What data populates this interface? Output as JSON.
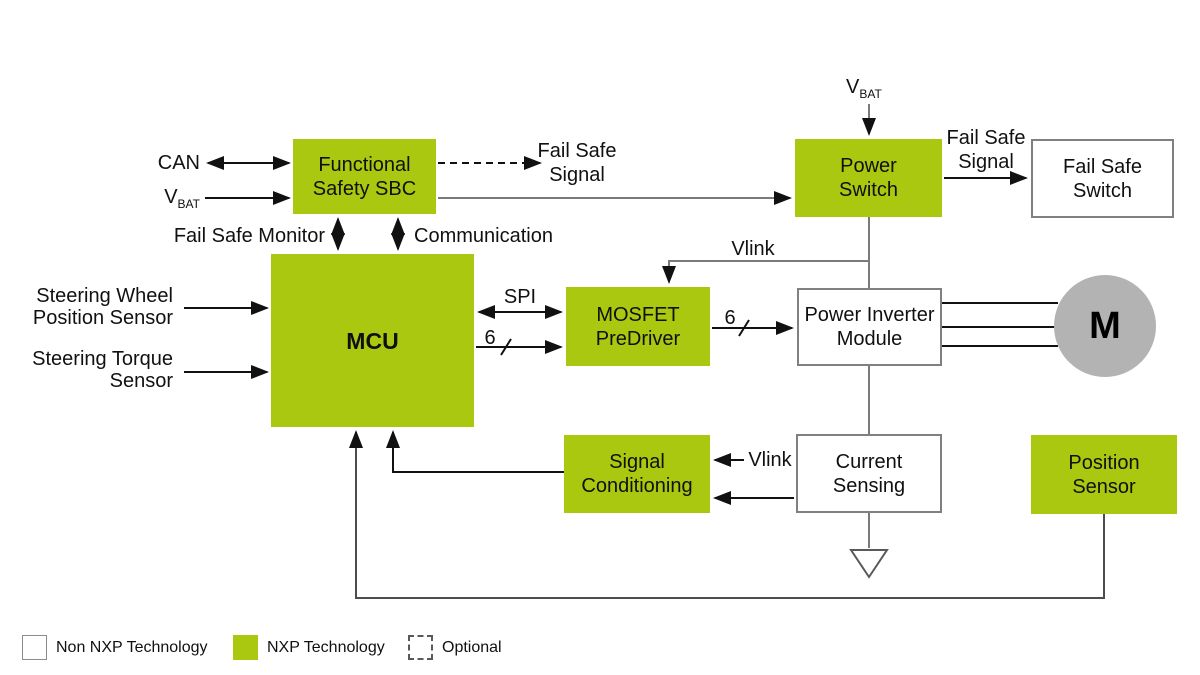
{
  "diagram": {
    "title_hint": "Electric power steering block diagram",
    "colors": {
      "nxp_green": "#A9C80F",
      "motor_gray": "#B3B3B3",
      "box_border_gray": "#808080",
      "wire_gray": "#7A7A7A",
      "wire_black": "#111111"
    },
    "nodes": {
      "sbc": {
        "label": "Functional\nSafety SBC"
      },
      "power_switch": {
        "label": "Power\nSwitch"
      },
      "fail_safe_switch": {
        "label": "Fail Safe\nSwitch"
      },
      "mcu": {
        "label": "MCU"
      },
      "mosfet_predriver": {
        "label": "MOSFET\nPreDriver"
      },
      "power_inverter": {
        "label": "Power Inverter\nModule"
      },
      "motor": {
        "label": "M"
      },
      "signal_conditioning": {
        "label": "Signal\nConditioning"
      },
      "current_sensing": {
        "label": "Current\nSensing"
      },
      "position_sensor": {
        "label": "Position\nSensor"
      }
    },
    "labels": {
      "can": "CAN",
      "vbat_v": "V",
      "vbat_sub": "BAT",
      "fail_safe_signal_top": "Fail Safe\nSignal",
      "fail_safe_monitor": "Fail Safe Monitor",
      "communication": "Communication",
      "steering_wheel": "Steering Wheel\nPosition Sensor",
      "steering_torque": "Steering Torque\nSensor",
      "spi": "SPI",
      "bus6_left": "6",
      "bus6_right": "6",
      "vlink_top": "Vlink",
      "vlink_bottom": "Vlink",
      "fail_safe_signal_right": "Fail Safe\nSignal"
    },
    "legend": [
      {
        "swatch": "non-nxp-swatch",
        "label": "Non NXP Technology"
      },
      {
        "swatch": "nxp-swatch",
        "label": "NXP Technology"
      },
      {
        "swatch": "optional-swatch",
        "label": "Optional"
      }
    ]
  }
}
